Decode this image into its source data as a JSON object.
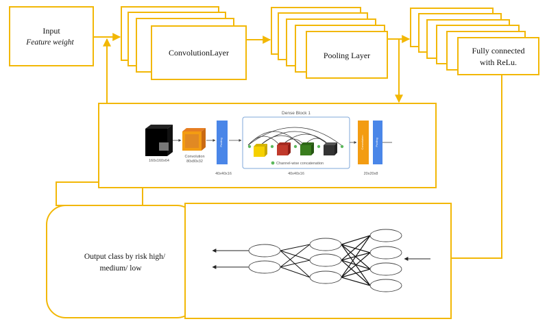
{
  "input_box": {
    "line1": "Input",
    "line2": "Feature weight"
  },
  "conv_box": {
    "label": "ConvolutionLayer"
  },
  "pool_box": {
    "label": "Pooling Layer"
  },
  "fc_box": {
    "line1": "Fully connected",
    "line2": "with ReLu."
  },
  "dense_panel": {
    "title": "Dense Block 1",
    "input_size": "160x160x64",
    "conv_label": "Convolution",
    "conv_size": "80x80x32",
    "pool_size": "40x40x16",
    "block_size": "40x40x16",
    "concat_caption": "Channel-wise concatenation",
    "out_size": "20x20x8",
    "pooling_tag": "Pooling",
    "conv_tag": "Convolution"
  },
  "output_box": {
    "line1": "Output class by risk high/",
    "line2": "medium/ low"
  },
  "colors": {
    "accent": "#F2B705",
    "blue_bar": "#4A86E8",
    "orange_bar": "#F39C12",
    "yellow_cube": "#F5D000",
    "red_cube": "#C0392B",
    "green_cube": "#3A7D1E",
    "dark_cube": "#333333",
    "concat_dot": "#5CB85C",
    "block_border": "#7FA7D8"
  }
}
